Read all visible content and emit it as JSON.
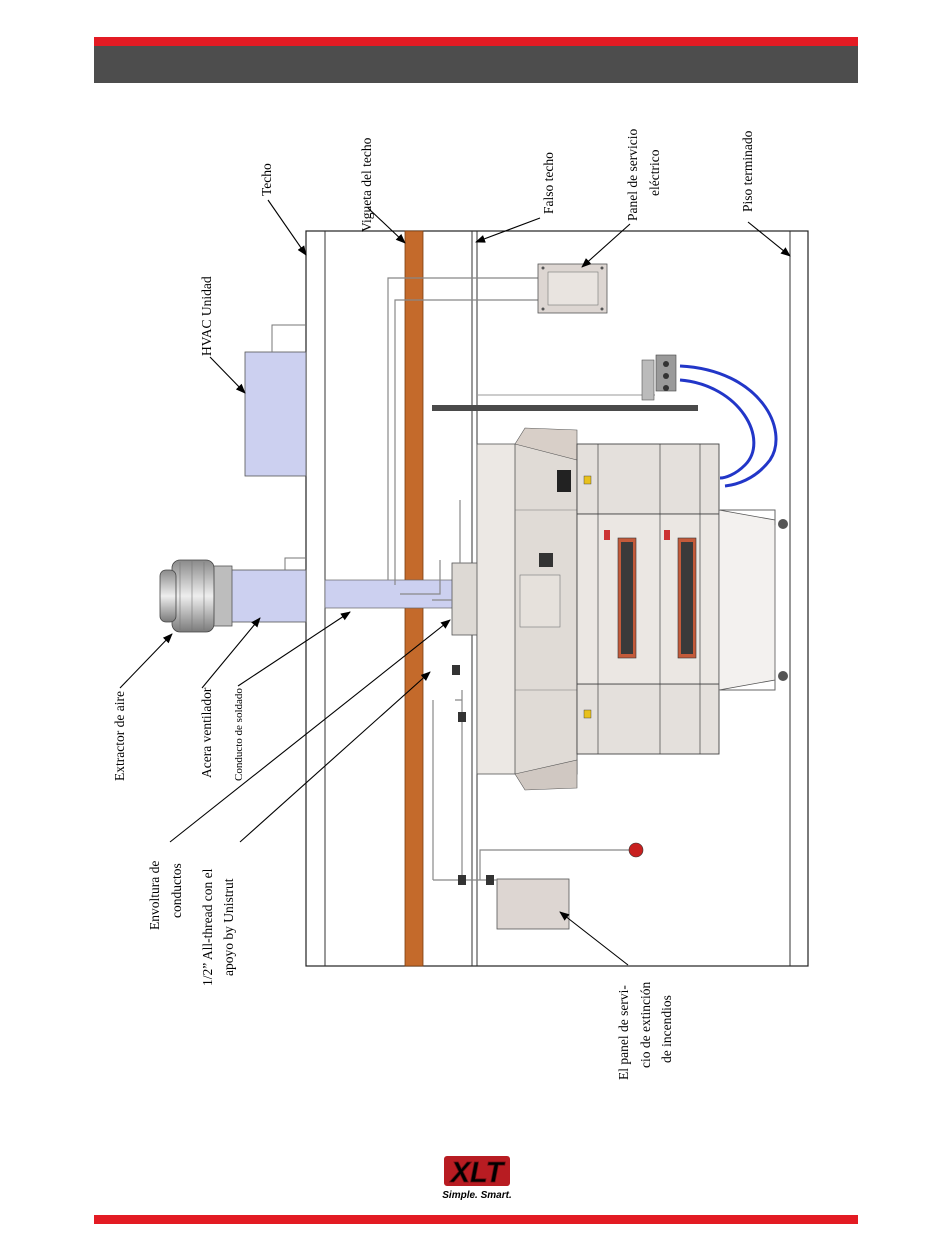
{
  "labels": {
    "techo": "Techo",
    "vigueta": "Vigueta del techo",
    "falso_techo": "Falso techo",
    "panel_electrico_1": "Panel de servicio",
    "panel_electrico_2": "eléctrico",
    "piso": "Piso terminado",
    "hvac": "HVAC Unidad",
    "extractor": "Extractor de aire",
    "acera": "Acera ventilador",
    "conducto": "Conducto de soldado",
    "envoltura_1": "Envoltura de",
    "envoltura_2": "conductos",
    "allthread_1": "1/2” All-thread con el",
    "allthread_2": "apoyo by Unistrut",
    "incendios_1": "El panel de servi-",
    "incendios_2": "cio de extinción",
    "incendios_3": "de incendios"
  },
  "logo": {
    "brand": "XLT",
    "tagline": "Simple. Smart."
  },
  "colors": {
    "accent_red": "#e31b23",
    "header_gray": "#4d4d4d",
    "joist_orange": "#c46a2b",
    "duct_lavender": "#ccd0f0",
    "gas_hose_blue": "#2236c8",
    "oven_body": "#e4e0dc"
  }
}
